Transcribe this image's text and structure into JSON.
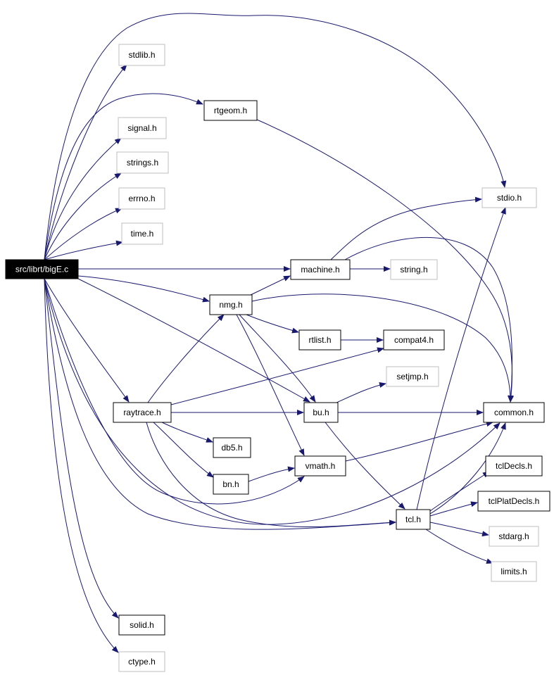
{
  "graph": {
    "nodes": [
      {
        "id": "root",
        "label": "src/librt/bigE.c",
        "style": "root"
      },
      {
        "id": "stdlib",
        "label": "stdlib.h",
        "style": "system"
      },
      {
        "id": "rtgeom",
        "label": "rtgeom.h",
        "style": "local"
      },
      {
        "id": "signal",
        "label": "signal.h",
        "style": "system"
      },
      {
        "id": "strings",
        "label": "strings.h",
        "style": "system"
      },
      {
        "id": "errno",
        "label": "errno.h",
        "style": "system"
      },
      {
        "id": "time",
        "label": "time.h",
        "style": "system"
      },
      {
        "id": "stdio",
        "label": "stdio.h",
        "style": "system"
      },
      {
        "id": "machine",
        "label": "machine.h",
        "style": "local"
      },
      {
        "id": "string",
        "label": "string.h",
        "style": "system"
      },
      {
        "id": "nmg",
        "label": "nmg.h",
        "style": "local"
      },
      {
        "id": "rtlist",
        "label": "rtlist.h",
        "style": "local"
      },
      {
        "id": "compat4",
        "label": "compat4.h",
        "style": "local"
      },
      {
        "id": "setjmp",
        "label": "setjmp.h",
        "style": "system"
      },
      {
        "id": "raytrace",
        "label": "raytrace.h",
        "style": "local"
      },
      {
        "id": "bu",
        "label": "bu.h",
        "style": "local"
      },
      {
        "id": "common",
        "label": "common.h",
        "style": "local"
      },
      {
        "id": "db5",
        "label": "db5.h",
        "style": "local"
      },
      {
        "id": "tcldecls",
        "label": "tclDecls.h",
        "style": "local"
      },
      {
        "id": "vmath",
        "label": "vmath.h",
        "style": "local"
      },
      {
        "id": "bn",
        "label": "bn.h",
        "style": "local"
      },
      {
        "id": "tclplat",
        "label": "tclPlatDecls.h",
        "style": "local"
      },
      {
        "id": "tcl",
        "label": "tcl.h",
        "style": "local"
      },
      {
        "id": "stdarg",
        "label": "stdarg.h",
        "style": "system"
      },
      {
        "id": "limits",
        "label": "limits.h",
        "style": "system"
      },
      {
        "id": "solid",
        "label": "solid.h",
        "style": "local"
      },
      {
        "id": "ctype",
        "label": "ctype.h",
        "style": "system"
      }
    ],
    "edges": [
      [
        "root",
        "stdlib"
      ],
      [
        "root",
        "rtgeom"
      ],
      [
        "root",
        "signal"
      ],
      [
        "root",
        "strings"
      ],
      [
        "root",
        "errno"
      ],
      [
        "root",
        "time"
      ],
      [
        "root",
        "stdio"
      ],
      [
        "root",
        "machine"
      ],
      [
        "root",
        "nmg"
      ],
      [
        "root",
        "raytrace"
      ],
      [
        "root",
        "bu"
      ],
      [
        "root",
        "vmath"
      ],
      [
        "root",
        "tcl"
      ],
      [
        "root",
        "common"
      ],
      [
        "root",
        "solid"
      ],
      [
        "root",
        "ctype"
      ],
      [
        "rtgeom",
        "common"
      ],
      [
        "machine",
        "stdio"
      ],
      [
        "machine",
        "string"
      ],
      [
        "machine",
        "common"
      ],
      [
        "nmg",
        "machine"
      ],
      [
        "nmg",
        "rtlist"
      ],
      [
        "nmg",
        "bu"
      ],
      [
        "nmg",
        "vmath"
      ],
      [
        "nmg",
        "common"
      ],
      [
        "rtlist",
        "compat4"
      ],
      [
        "raytrace",
        "nmg"
      ],
      [
        "raytrace",
        "compat4"
      ],
      [
        "raytrace",
        "bu"
      ],
      [
        "raytrace",
        "db5"
      ],
      [
        "raytrace",
        "bn"
      ],
      [
        "raytrace",
        "tcl"
      ],
      [
        "bu",
        "setjmp"
      ],
      [
        "bu",
        "common"
      ],
      [
        "bu",
        "tcl"
      ],
      [
        "bn",
        "vmath"
      ],
      [
        "vmath",
        "common"
      ],
      [
        "tcl",
        "stdio"
      ],
      [
        "tcl",
        "tcldecls"
      ],
      [
        "tcl",
        "tclplat"
      ],
      [
        "tcl",
        "stdarg"
      ],
      [
        "tcl",
        "limits"
      ],
      [
        "tcl",
        "common"
      ]
    ],
    "colors": {
      "edge": "#191970",
      "root_fill": "#000000",
      "root_text": "#ffffff",
      "local_border": "#000000",
      "system_border": "#bfbfbf",
      "node_fill": "#ffffff",
      "text": "#000000"
    }
  }
}
